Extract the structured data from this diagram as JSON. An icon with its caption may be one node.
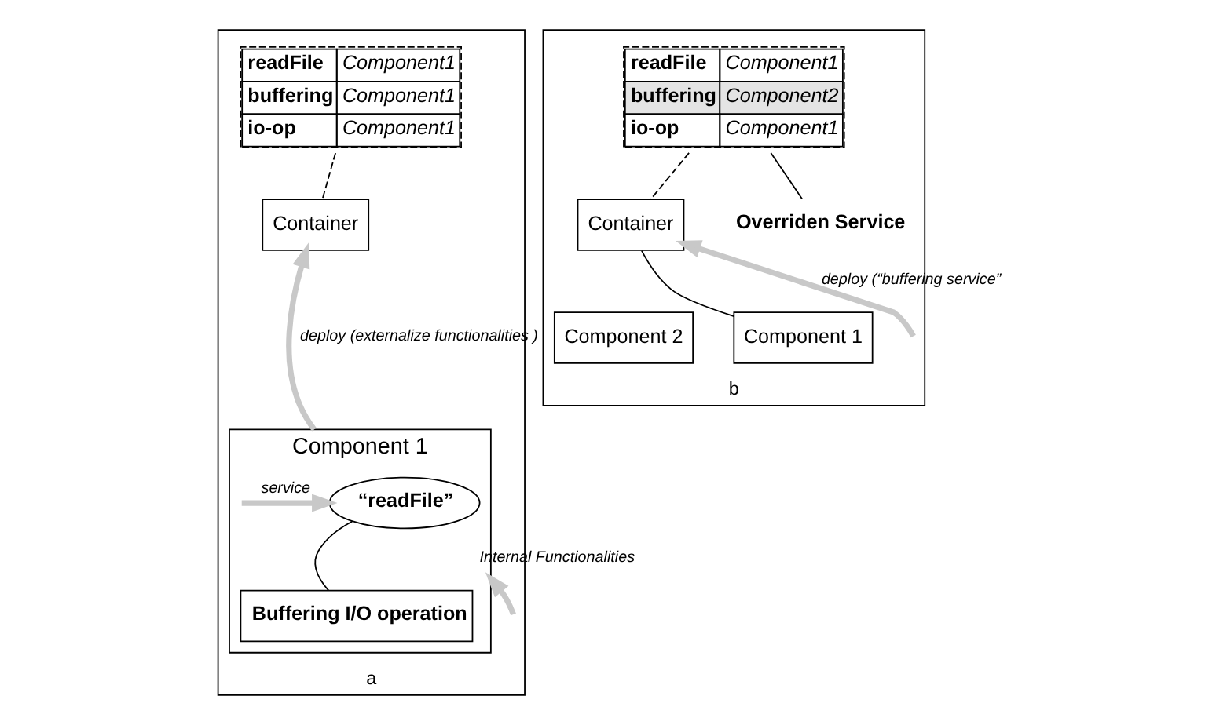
{
  "diagram": {
    "nodes": [
      {
        "text": [
          "a"
        ]
      },
      {
        "text": [
          "readFile",
          "Component1",
          "buffering",
          "Component1",
          "io-op",
          "Component1"
        ],
        "in": 0
      },
      {
        "text": [
          "Container"
        ],
        "in": 0
      },
      {
        "text": [
          "Component 1"
        ],
        "in": 0
      },
      {
        "text": [
          "“readFile”"
        ],
        "in": 3
      },
      {
        "text": [
          "Buffering I/O operation"
        ],
        "in": 3
      },
      {
        "text": [
          "b"
        ]
      },
      {
        "text": [
          "readFile",
          "Component1",
          "buffering",
          "Component2",
          "io-op",
          "Component1"
        ],
        "in": 6
      },
      {
        "text": [
          "Container"
        ],
        "in": 6
      },
      {
        "text": [
          "Component 1"
        ],
        "in": 6
      },
      {
        "text": [
          "Component 2"
        ],
        "in": 6
      },
      {
        "text": [
          "Overriden Service"
        ],
        "in": 6
      }
    ],
    "edges": [
      {
        "from": 1,
        "to": 2,
        "arrow": "none",
        "style": "dashed"
      },
      {
        "from": 3,
        "to": 2,
        "arrow": "to",
        "label": "deploy (externalize functionalities )",
        "style": "thick",
        "color": "#c8c8c8"
      },
      {
        "from": null,
        "to": 4,
        "arrow": "to",
        "label": "service",
        "style": "thick",
        "color": "#c8c8c8"
      },
      {
        "from": 4,
        "to": 5,
        "arrow": "none"
      },
      {
        "from": null,
        "to": 3,
        "arrow": "to",
        "label": "Internal Functionalities",
        "style": "thick",
        "color": "#c8c8c8"
      },
      {
        "from": 7,
        "to": 8,
        "arrow": "none",
        "style": "dashed"
      },
      {
        "from": 8,
        "to": 9,
        "arrow": "none"
      },
      {
        "from": 7,
        "to": 11,
        "arrow": "none"
      },
      {
        "from": null,
        "to": 8,
        "arrow": "to",
        "label": "deploy (“buffering service”",
        "style": "thick",
        "color": "#c8c8c8"
      }
    ]
  }
}
